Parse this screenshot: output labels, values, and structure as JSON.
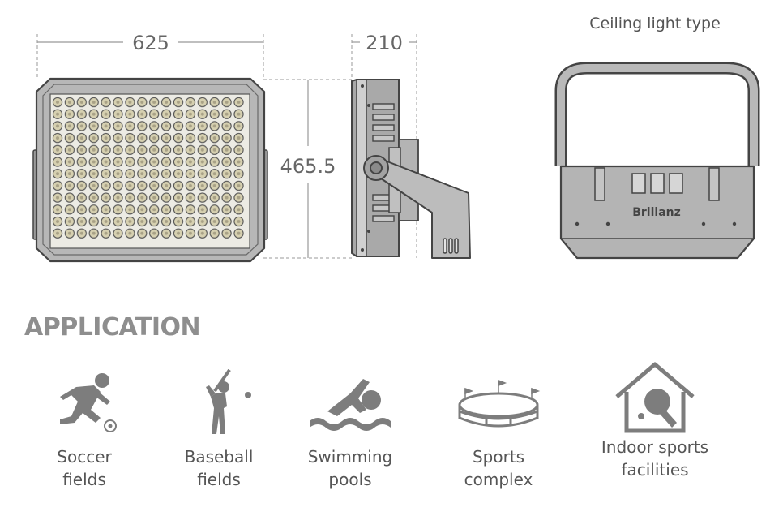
{
  "dimensions": {
    "width": "625",
    "depth": "210",
    "height": "465.5"
  },
  "ceiling_type": {
    "title": "Ceiling light type",
    "brand": "Brillanz"
  },
  "application": {
    "heading": "APPLICATION",
    "items": [
      {
        "line1": "Soccer",
        "line2": "fields",
        "icon": "soccer-player-icon"
      },
      {
        "line1": "Baseball",
        "line2": "fields",
        "icon": "baseball-player-icon"
      },
      {
        "line1": "Swimming",
        "line2": "pools",
        "icon": "swimmer-icon"
      },
      {
        "line1": "Sports",
        "line2": "complex",
        "icon": "stadium-icon"
      },
      {
        "line1": "Indoor sports",
        "line2": "facilities",
        "icon": "indoor-table-tennis-icon"
      }
    ]
  },
  "colors": {
    "body": "#b9b9b9",
    "outline": "#4a4a4a",
    "led": "#d9d3b4",
    "icon": "#7d7d7d",
    "text": "#555555"
  }
}
